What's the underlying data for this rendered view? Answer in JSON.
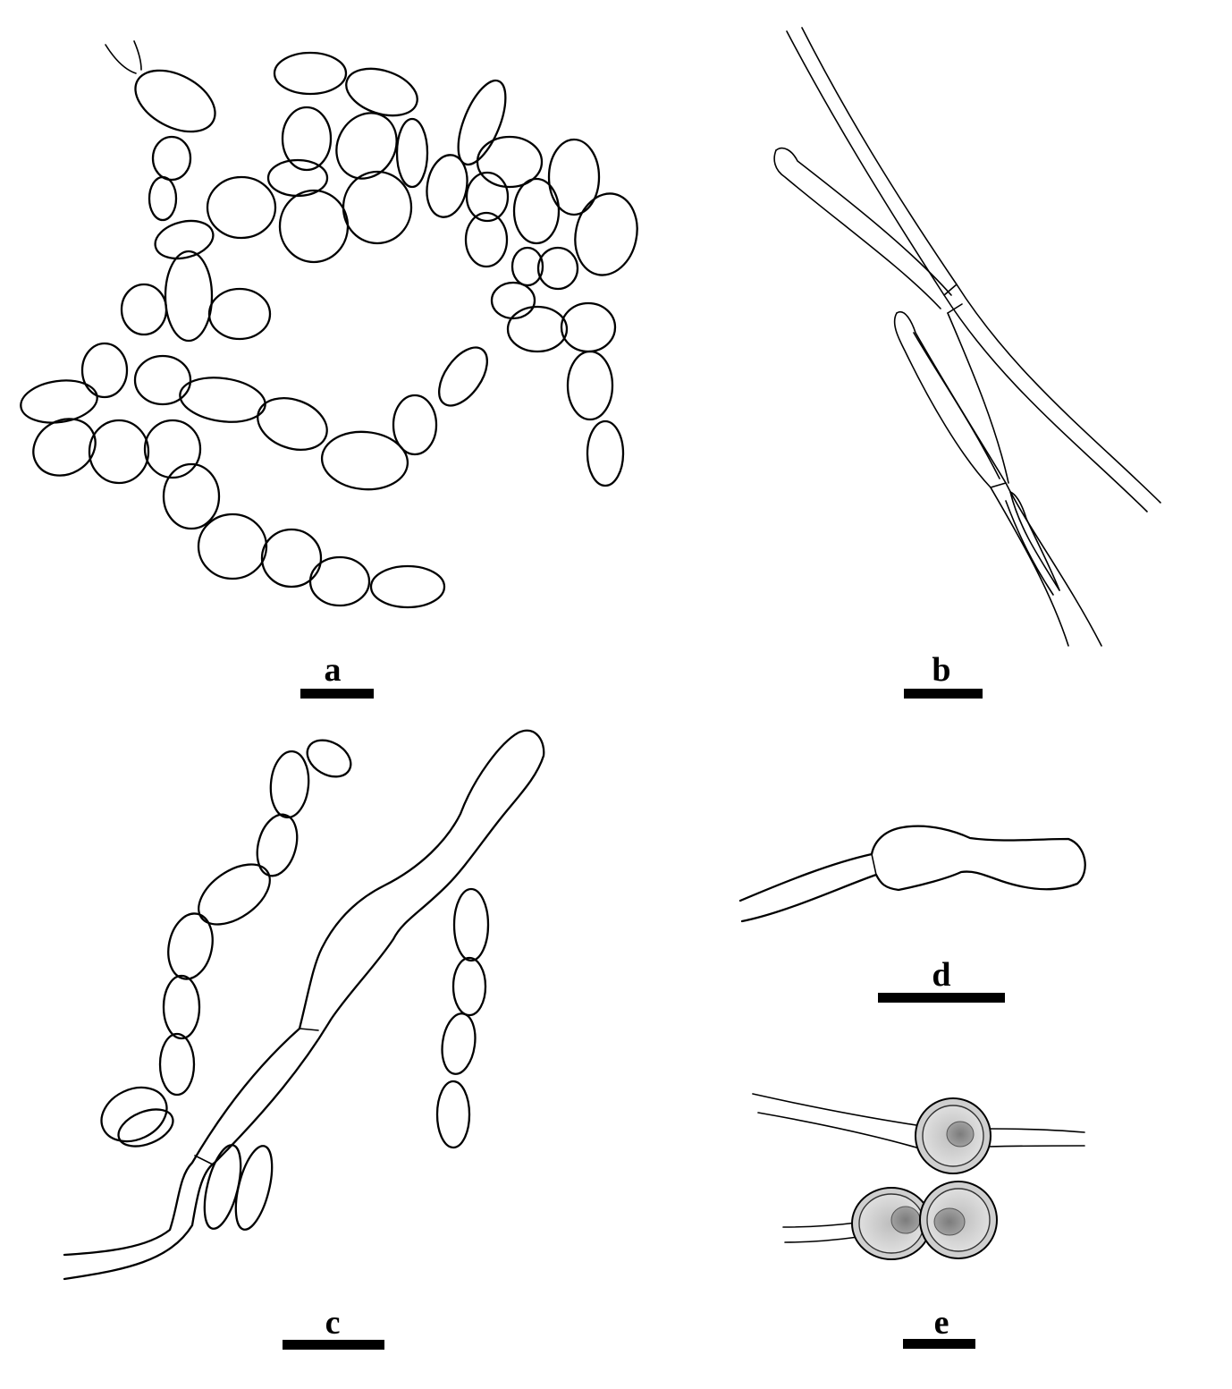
{
  "panels": [
    {
      "id": "a",
      "label": "a"
    },
    {
      "id": "b",
      "label": "b"
    },
    {
      "id": "c",
      "label": "c"
    },
    {
      "id": "d",
      "label": "d"
    },
    {
      "id": "e",
      "label": "e"
    }
  ]
}
